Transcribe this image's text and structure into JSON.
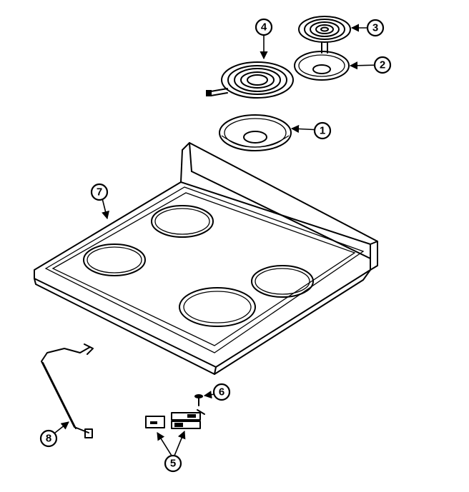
{
  "parts": [
    {
      "id": "drip-bowl-large",
      "label": "1"
    },
    {
      "id": "drip-bowl-small",
      "label": "2"
    },
    {
      "id": "element-small",
      "label": "3"
    },
    {
      "id": "element-large",
      "label": "4"
    },
    {
      "id": "receptacle-kit",
      "label": "5"
    },
    {
      "id": "screw",
      "label": "6"
    },
    {
      "id": "cooktop",
      "label": "7"
    },
    {
      "id": "ground-wire",
      "label": "8"
    }
  ]
}
